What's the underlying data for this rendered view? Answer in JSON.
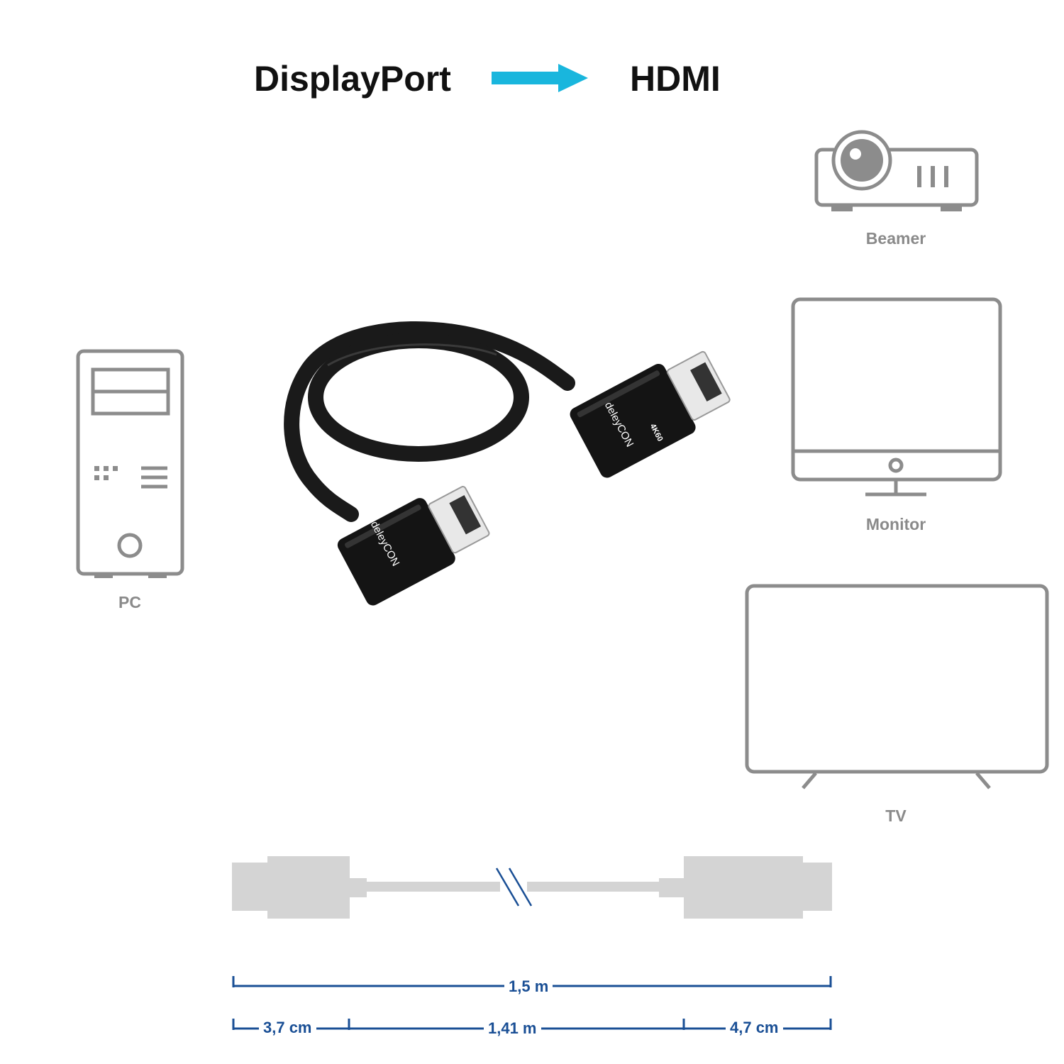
{
  "header": {
    "from_label": "DisplayPort",
    "to_label": "HDMI",
    "arrow_color": "#19b6dd"
  },
  "devices": {
    "pc": {
      "label": "PC",
      "icon": "pc-tower-icon"
    },
    "beamer": {
      "label": "Beamer",
      "icon": "projector-icon"
    },
    "monitor": {
      "label": "Monitor",
      "icon": "monitor-icon"
    },
    "tv": {
      "label": "TV",
      "icon": "tv-icon"
    }
  },
  "cable": {
    "brand": "deleyCON",
    "spec": "4K60"
  },
  "dimensions": {
    "total": "1,5 m",
    "dp_connector": "3,7 cm",
    "cable_length": "1,41 m",
    "hdmi_connector": "4,7 cm",
    "line_color": "#1a4f95"
  },
  "colors": {
    "icon_gray": "#8c8c8c",
    "schematic_gray": "#d4d4d4",
    "cable_black": "#1a1a1a"
  }
}
